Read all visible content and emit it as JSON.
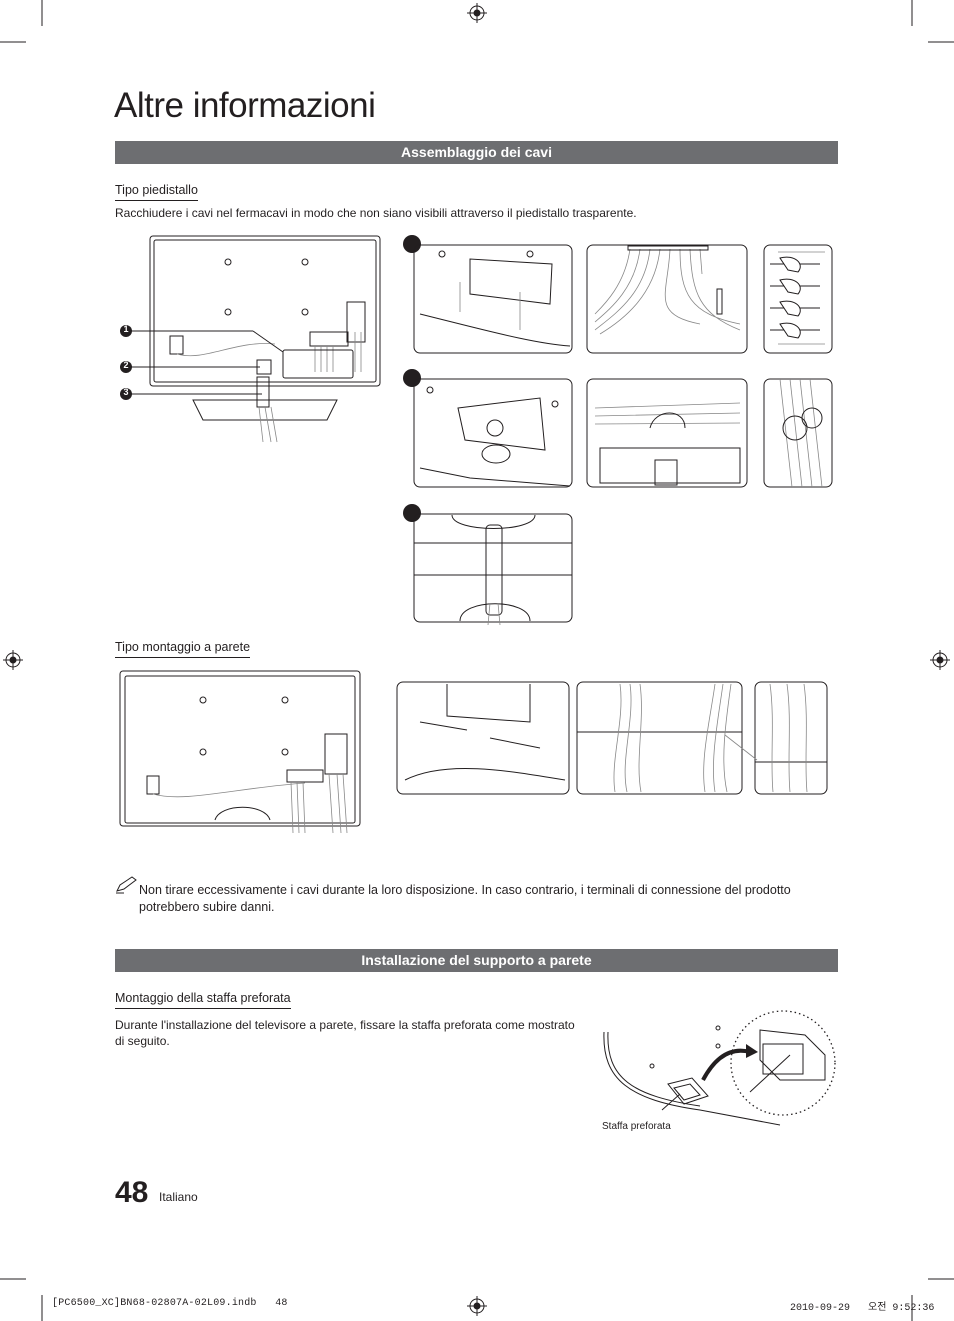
{
  "page": {
    "title": "Altre informazioni",
    "number": "48",
    "language": "Italiano"
  },
  "section1": {
    "heading": "Assemblaggio dei cavi",
    "stand": {
      "subheading": "Tipo piedistallo",
      "description": "Racchiudere i cavi nel fermacavi in modo che non siano visibili attraverso il piedistallo trasparente.",
      "callouts": [
        "1",
        "2",
        "3"
      ]
    },
    "wall": {
      "subheading": "Tipo montaggio a parete"
    },
    "note": "Non tirare eccessivamente i cavi durante la loro disposizione. In caso contrario, i terminali di connessione del prodotto potrebbero subire danni."
  },
  "section2": {
    "heading": "Installazione del supporto a parete",
    "subheading": "Montaggio della staffa preforata",
    "description": "Durante l'installazione del televisore a parete, fissare la staffa preforata come mostrato di seguito.",
    "figure_caption": "Staffa preforata"
  },
  "footer": {
    "file": "[PC6500_XC]BN68-02807A-02L09.indb   48",
    "timestamp": "2010-09-29   오전 9:52:36"
  }
}
